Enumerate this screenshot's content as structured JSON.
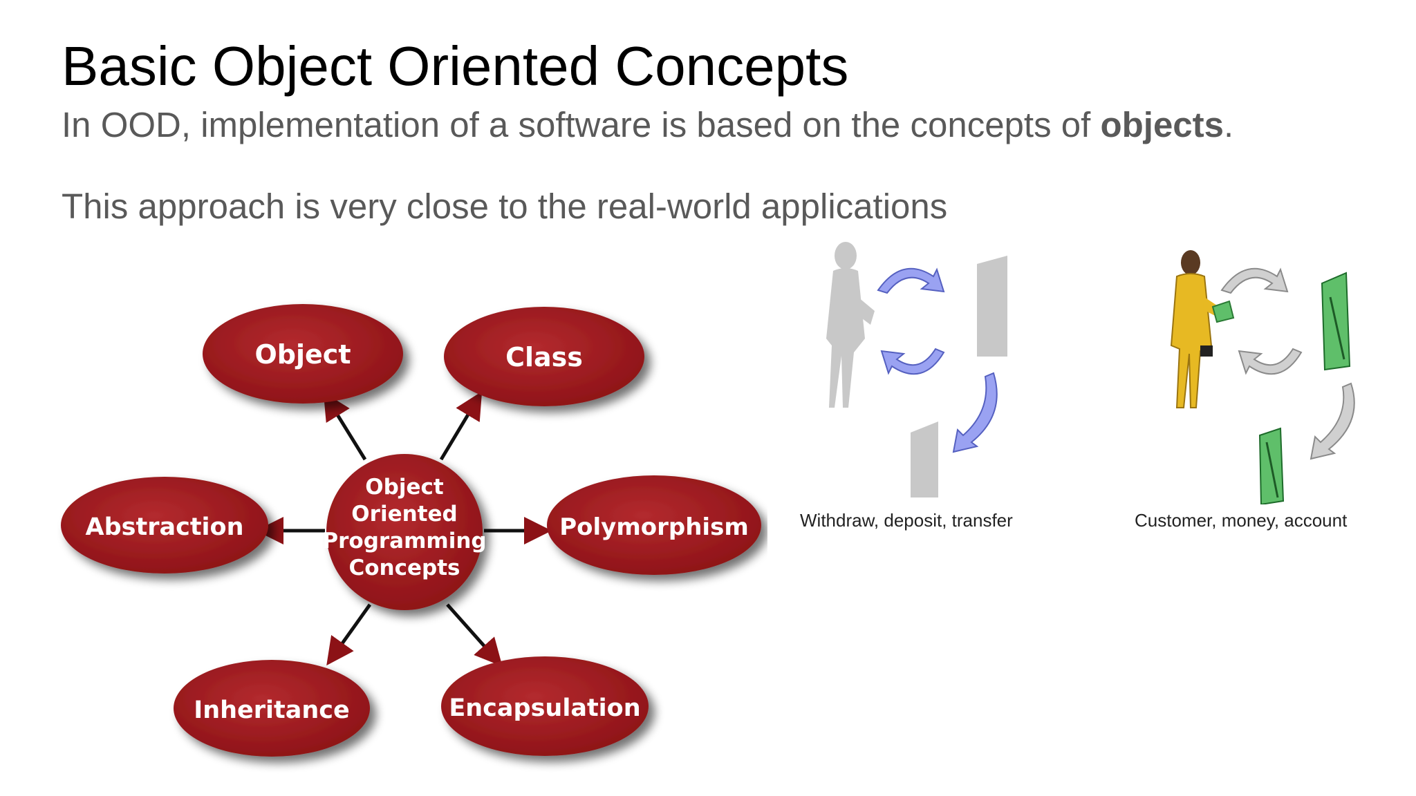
{
  "slide": {
    "title": "Basic Object Oriented Concepts",
    "subtitle_prefix": "In OOD, implementation of a software is based on the concepts of ",
    "subtitle_bold": "objects",
    "subtitle_suffix": ".",
    "subtitle2": "This approach is very close to the real-world applications"
  },
  "oop_diagram": {
    "center": [
      "Object",
      "Oriented",
      "Programming",
      "Concepts"
    ],
    "nodes": {
      "object": "Object",
      "class": "Class",
      "abstraction": "Abstraction",
      "polymorphism": "Polymorphism",
      "inheritance": "Inheritance",
      "encapsulation": "Encapsulation"
    },
    "node_color": "#9b1b1f"
  },
  "illustrations": {
    "left_caption": "Withdraw, deposit, transfer",
    "right_caption": "Customer, money, account",
    "arrow_color_left": "#9aa2f2",
    "money_color": "#5fbf6a",
    "figure_color_right": "#e7b923"
  }
}
